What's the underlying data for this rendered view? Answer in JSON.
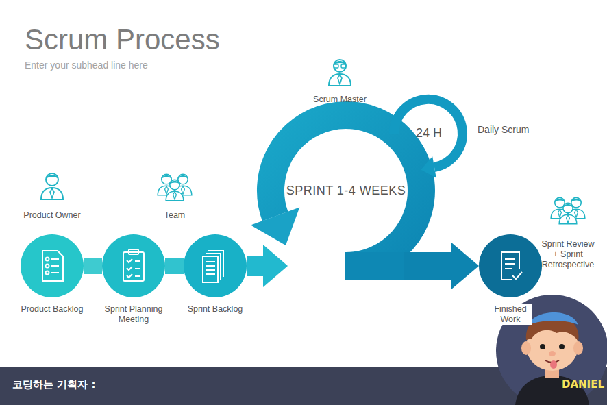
{
  "diagram": {
    "title": "Scrum Process",
    "nodes": [
      {
        "text": [
          "Product Backlog"
        ]
      },
      {
        "text": [
          "Sprint Planning Meeting"
        ]
      },
      {
        "text": [
          "Sprint Backlog"
        ]
      },
      {
        "text": [
          "SPRINT 1-4 WEEKS"
        ]
      },
      {
        "text": [
          "Finished Work"
        ]
      }
    ],
    "edges": [
      {
        "from": 0,
        "to": 1,
        "arrow": "none"
      },
      {
        "from": 1,
        "to": 2,
        "arrow": "none"
      },
      {
        "from": 2,
        "to": 3,
        "arrow": "to"
      },
      {
        "from": 3,
        "to": 4,
        "arrow": "to"
      }
    ],
    "labels": [
      "Enter your subhead line here",
      "Scrum Master",
      "24 H",
      "Daily Scrum",
      "Product Owner",
      "Team",
      "Sprint Review + Sprint Retrospective",
      "코딩하는 기획자 :",
      "DANIEL"
    ]
  }
}
